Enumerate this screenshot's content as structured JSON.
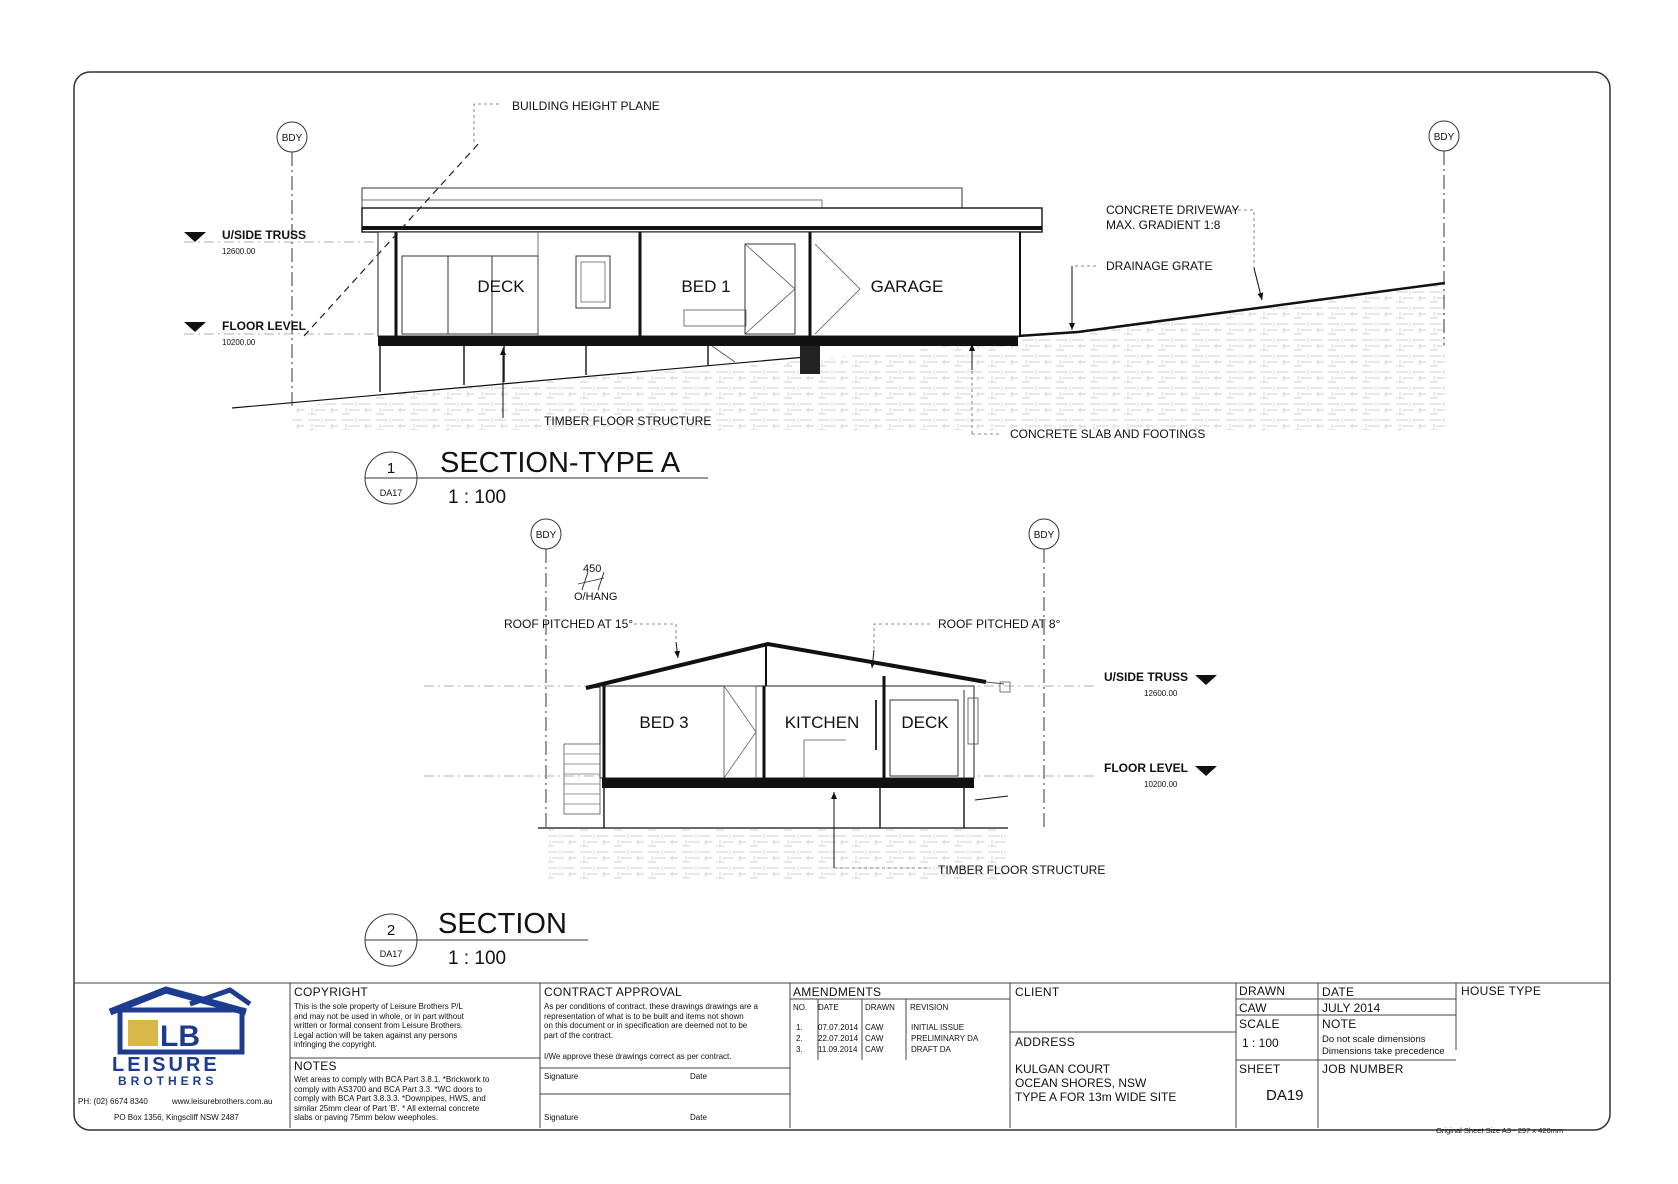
{
  "section1": {
    "number": "1",
    "sheet_ref": "DA17",
    "title": "SECTION-TYPE A",
    "scale": "1 : 100",
    "boundary_left": "BDY",
    "boundary_right": "BDY",
    "levels": [
      {
        "name": "U/SIDE TRUSS",
        "value": "12600.00"
      },
      {
        "name": "FLOOR LEVEL",
        "value": "10200.00"
      }
    ],
    "rooms": [
      "DECK",
      "BED 1",
      "GARAGE"
    ],
    "labels": {
      "height_plane": "BUILDING HEIGHT PLANE",
      "driveway_1": "CONCRETE DRIVEWAY",
      "driveway_2": "MAX. GRADIENT 1:8",
      "drainage": "DRAINAGE GRATE",
      "timber": "TIMBER FLOOR STRUCTURE",
      "slab": "CONCRETE SLAB AND FOOTINGS"
    }
  },
  "section2": {
    "number": "2",
    "sheet_ref": "DA17",
    "title": "SECTION",
    "scale": "1 : 100",
    "boundary_left": "BDY",
    "boundary_right": "BDY",
    "levels": [
      {
        "name": "U/SIDE TRUSS",
        "value": "12600.00"
      },
      {
        "name": "FLOOR LEVEL",
        "value": "10200.00"
      }
    ],
    "rooms": [
      "BED 3",
      "KITCHEN",
      "DECK"
    ],
    "labels": {
      "overhang_dim": "450",
      "overhang": "O/HANG",
      "roof_left": "ROOF PITCHED AT 15°",
      "roof_right": "ROOF PITCHED AT 8°",
      "timber": "TIMBER FLOOR STRUCTURE"
    }
  },
  "title_block": {
    "company": {
      "logo_letters": "LB",
      "name_1": "LEISURE",
      "name_2": "BROTHERS",
      "phone": "PH: (02) 6674 8340",
      "website": "www.leisurebrothers.com.au",
      "po_box": "PO Box 1356, Kingscliff NSW 2487"
    },
    "copyright": {
      "heading": "COPYRIGHT",
      "text": "This is the sole property of Leisure Brothers P/L\nand may not be used in whole, or in part without\nwritten or formal consent from Leisure Brothers.\nLegal action will be taken against any persons\ninfringing the copyright."
    },
    "notes": {
      "heading": "NOTES",
      "text": "Wet areas to comply with BCA Part 3.8.1. *Brickwork to\ncomply with AS3700 and BCA Part 3.3. *WC doors to\ncomply with BCA Part 3.8.3.3. *Downpipes, HWS, and\nsimilar 25mm clear of Part 'B'. * All external concrete\nslabs or paving 75mm below weepholes."
    },
    "contract": {
      "heading": "CONTRACT APPROVAL",
      "text": "As per conditions of contract, these drawings drawings are a\nrepresentation of what is to be built and items not shown\non this document or in specification are deemed not to be\npart of the contract.",
      "approve": "I/We approve these drawings correct as per contract.",
      "signature_1": "Signature",
      "date_1": "Date",
      "signature_2": "Signature",
      "date_2": "Date"
    },
    "amendments": {
      "heading": "AMENDMENTS",
      "columns": [
        "NO.",
        "DATE",
        "DRAWN",
        "REVISION"
      ],
      "rows": [
        [
          "1.",
          "07.07.2014",
          "CAW",
          "INITIAL ISSUE"
        ],
        [
          "2.",
          "22.07.2014",
          "CAW",
          "PRELIMINARY DA"
        ],
        [
          "3.",
          "11.09.2014",
          "CAW",
          "DRAFT DA"
        ]
      ]
    },
    "client": {
      "heading": "CLIENT",
      "address_heading": "ADDRESS",
      "address_1": "KULGAN COURT",
      "address_2": "OCEAN SHORES, NSW",
      "address_3": "TYPE A FOR 13m WIDE SITE"
    },
    "drawn": {
      "heading": "DRAWN",
      "value": "CAW"
    },
    "date": {
      "heading": "DATE",
      "value": "JULY 2014"
    },
    "scale": {
      "heading": "SCALE",
      "value": "1 : 100"
    },
    "note": {
      "heading": "NOTE",
      "value": "Do not scale dimensions\nDimensions take precedence"
    },
    "sheet": {
      "heading": "SHEET",
      "value": "DA19"
    },
    "job": {
      "heading": "JOB NUMBER"
    },
    "house_type": {
      "heading": "HOUSE TYPE"
    }
  },
  "sheet_size": "Original Sheet Size A3 - 297 x 420mm"
}
